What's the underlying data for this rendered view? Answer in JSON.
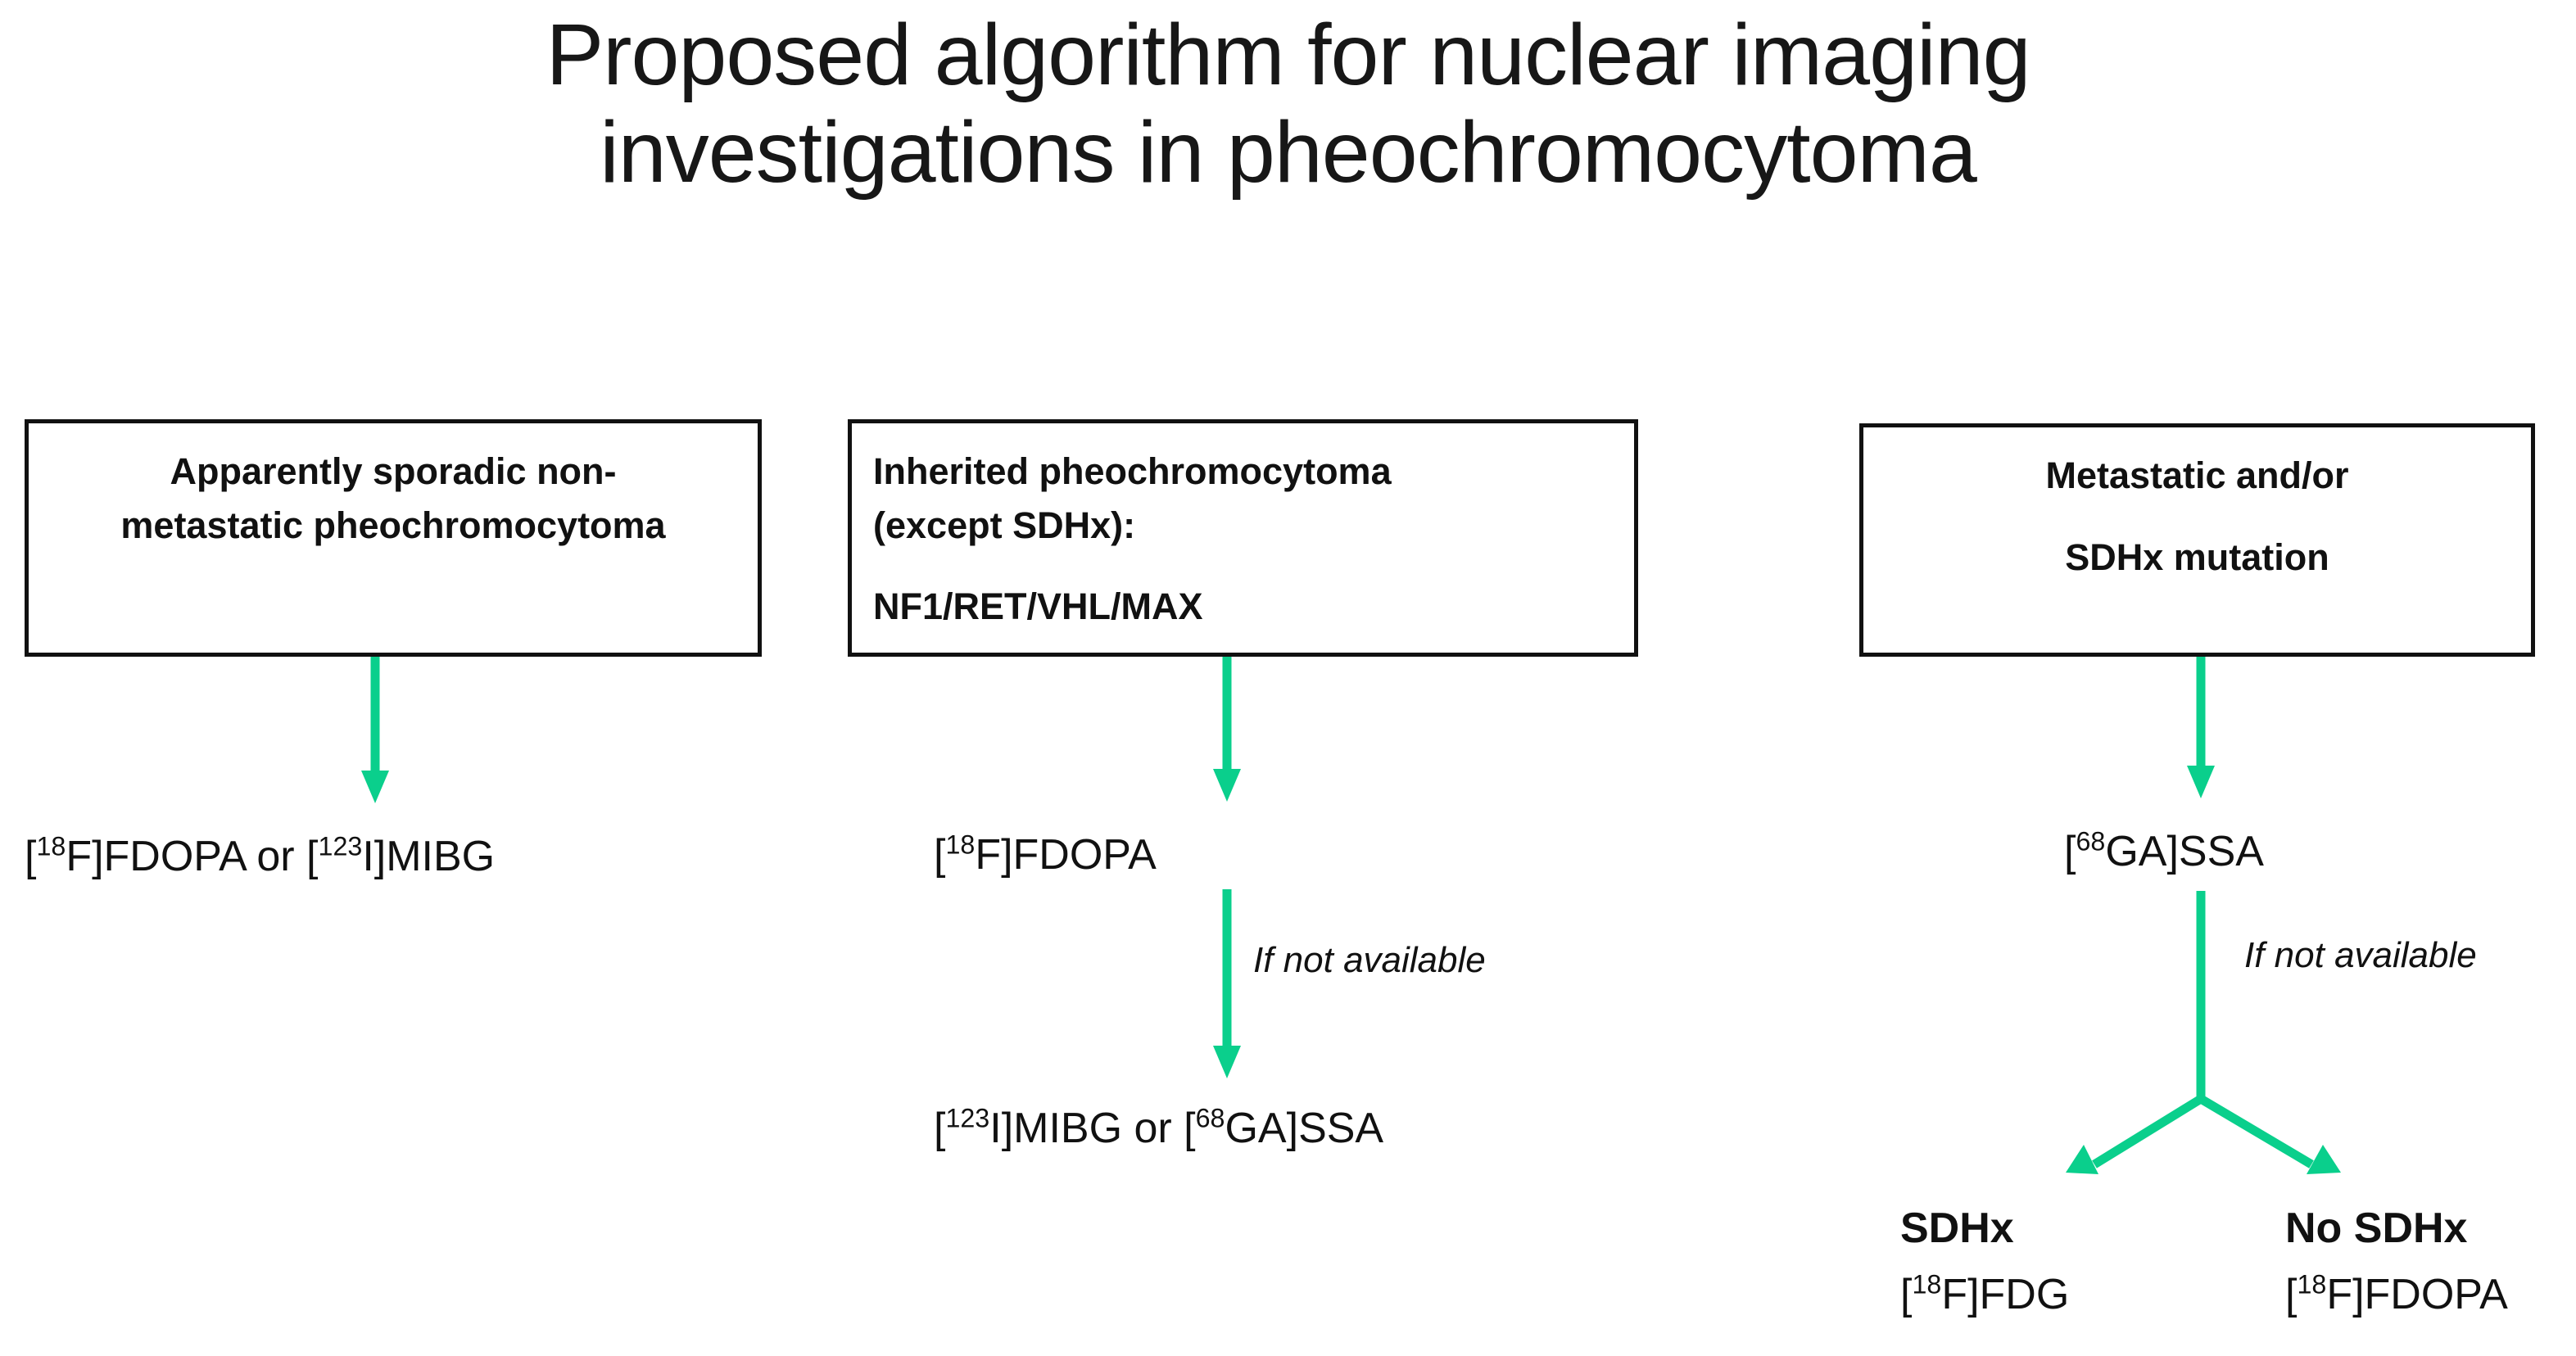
{
  "figure": {
    "title": "Proposed algorithm for nuclear imaging\ninvestigations in pheochromocytoma",
    "arrow_color": "#0ACF8C",
    "box_border_color": "#111111",
    "text_color": "#111111",
    "background_color": "#FFFFFF"
  },
  "boxes": {
    "sporadic": {
      "line1": "Apparently sporadic non-",
      "line2": "metastatic pheochromocytoma"
    },
    "inherited": {
      "line1": "Inherited pheochromocytoma",
      "line2": "(except SDHx):",
      "line3": "NF1/RET/VHL/MAX"
    },
    "metastatic": {
      "line1": "Metastatic and/or",
      "line2": "SDHx mutation"
    }
  },
  "tracers": {
    "sporadic_first_line": {
      "prefix": "[",
      "isotope": "18",
      "element": "F]FDOPA or [",
      "isotope2": "123",
      "suffix": "I]MIBG",
      "full": "[18F]FDOPA or [123I]MIBG"
    },
    "inherited_first_line": {
      "prefix": "[",
      "isotope": "18",
      "suffix": "F]FDOPA",
      "full": "[18F]FDOPA"
    },
    "inherited_second_line": {
      "prefix": "[",
      "isotope": "123",
      "element": "I]MIBG or [",
      "isotope2": "68",
      "suffix": "GA]SSA",
      "full": "[123I]MIBG or [68GA]SSA"
    },
    "metastatic_first_line": {
      "prefix": "[",
      "isotope": "68",
      "suffix": "GA]SSA",
      "full": "[68GA]SSA"
    }
  },
  "annotations": {
    "if_not_available_middle": "If not available",
    "if_not_available_right": "If not available"
  },
  "leaves": {
    "sdhx": {
      "title": "SDHx",
      "tracer_prefix": "[",
      "tracer_isotope": "18",
      "tracer_suffix": "F]FDG",
      "tracer_full": "[18F]FDG"
    },
    "no_sdhx": {
      "title": "No SDHx",
      "tracer_prefix": "[",
      "tracer_isotope": "18",
      "tracer_suffix": "F]FDOPA",
      "tracer_full": "[18F]FDOPA"
    }
  }
}
